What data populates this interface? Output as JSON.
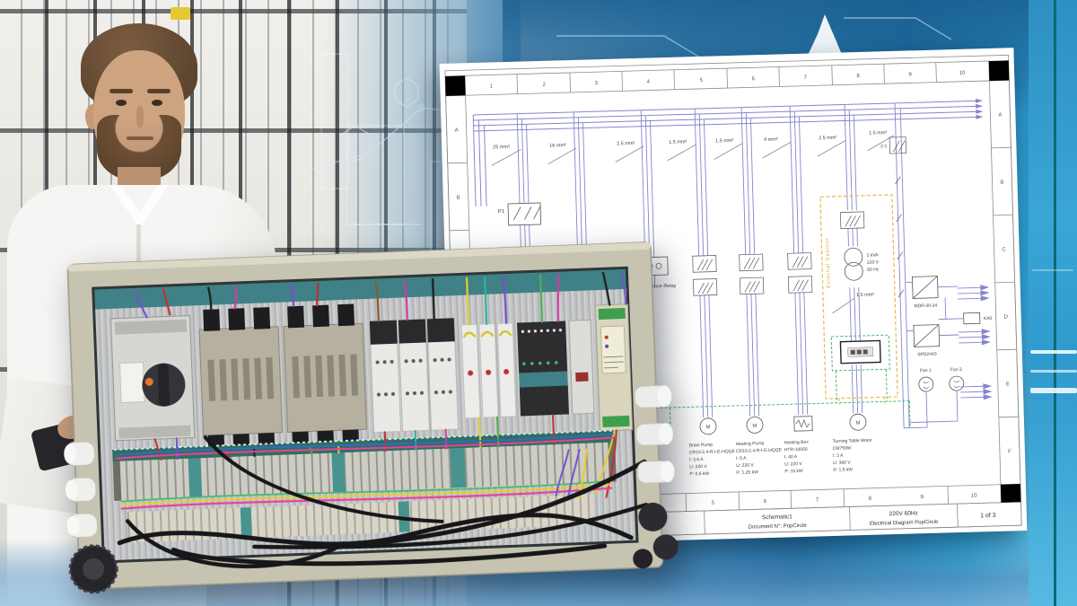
{
  "scene": {
    "description": "Promotional composite: engineer photo, wired control cabinet render, electrical schematic sheet"
  },
  "schematic": {
    "grid": {
      "cols": [
        "1",
        "2",
        "3",
        "4",
        "5",
        "6",
        "7",
        "8",
        "9",
        "10"
      ],
      "rows": [
        "A",
        "B",
        "C",
        "D",
        "E",
        "F"
      ]
    },
    "wire_gauges": [
      "25 mm²",
      "16 mm²",
      "2.5 mm²",
      "1.5 mm²",
      "1.5 mm²",
      "4 mm²",
      "2.5 mm²",
      "1.5 mm²",
      "1.5 mm²"
    ],
    "labels": {
      "main_breaker": "P1",
      "phase_sequence_relay": "Phase Sequence Relay",
      "control_breaker": "2-1",
      "transformer_rating": "2 kVA",
      "transformer_voltage": "220 V",
      "transformer_freq": "60 Hz",
      "external_cabinet": "External Cabinet",
      "psu_1": "MDR-20-24",
      "psu_2": "SPD2440",
      "relay": "KA0",
      "fan_1": "Fan 1",
      "fan_2": "Fan 2",
      "motor_letter": "M"
    },
    "loads": [
      {
        "name": "Drain Pump",
        "model": "CR10-2.4-R-I-E-HQQE",
        "current": "I: 3.6 A",
        "voltage": "U: 220 V",
        "power": "P: 0.6 kW"
      },
      {
        "name": "Heating Pump",
        "model": "CR10-2.4-R-I-E-HQQE",
        "current": "I: 5 A",
        "voltage": "U: 220 V",
        "power": "P: 1.25 kW"
      },
      {
        "name": "Heating Box",
        "model": "HTR-10000",
        "current": "I: 40 A",
        "voltage": "U: 220 V",
        "power": "P: 15 kW"
      },
      {
        "name": "Turning Table Motor",
        "model": "CM750W",
        "current": "I: 3 A",
        "voltage": "U: 380 V",
        "power": "P: 1.5 kW"
      }
    ],
    "title_block": {
      "doc_title": "Schematic1",
      "doc_number": "Document N°: PopCircle",
      "rating": "220V 60Hz",
      "diagram_name": "Electrical Diagram PopCircle",
      "page": "1 of 3"
    }
  },
  "colors": {
    "bus_wire": "#8585cf",
    "dashed_orange": "#e8b84a",
    "dashed_green": "#4db36a",
    "sheet": "#ffffff",
    "cabinet_body": "#c6c3b0",
    "inner_panel_teal": "#3f8186",
    "background_blue": "#2387bd",
    "right_bar_teal_line": "#0c6a74",
    "stack_light": [
      "#c03535",
      "#e69b2c",
      "#3a7a40"
    ]
  }
}
